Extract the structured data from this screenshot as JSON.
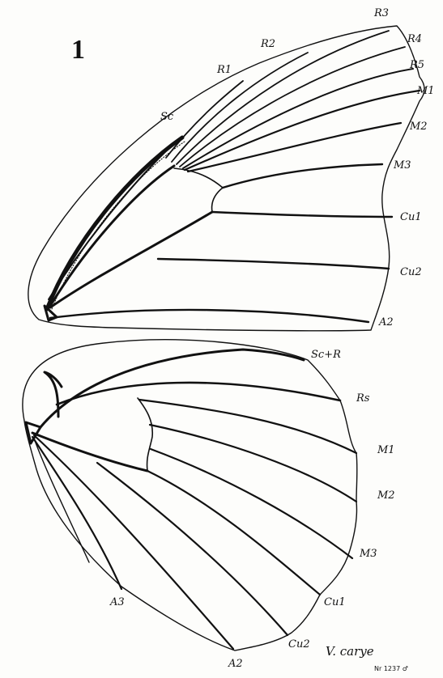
{
  "figure": {
    "plate_number": "1",
    "signature": "V. carye",
    "specimen_no": "Nr 1237 ♂"
  },
  "forewing": {
    "labels": [
      "Sc",
      "R1",
      "R2",
      "R3",
      "R4",
      "R5",
      "M1",
      "M2",
      "M3",
      "Cu1",
      "Cu2",
      "A2"
    ]
  },
  "hindwing": {
    "labels": [
      "Sc+R",
      "Rs",
      "M1",
      "M2",
      "M3",
      "Cu1",
      "Cu2",
      "A2",
      "A3"
    ]
  },
  "colors": {
    "ink": "#111111",
    "paper": "#fdfdfb"
  }
}
